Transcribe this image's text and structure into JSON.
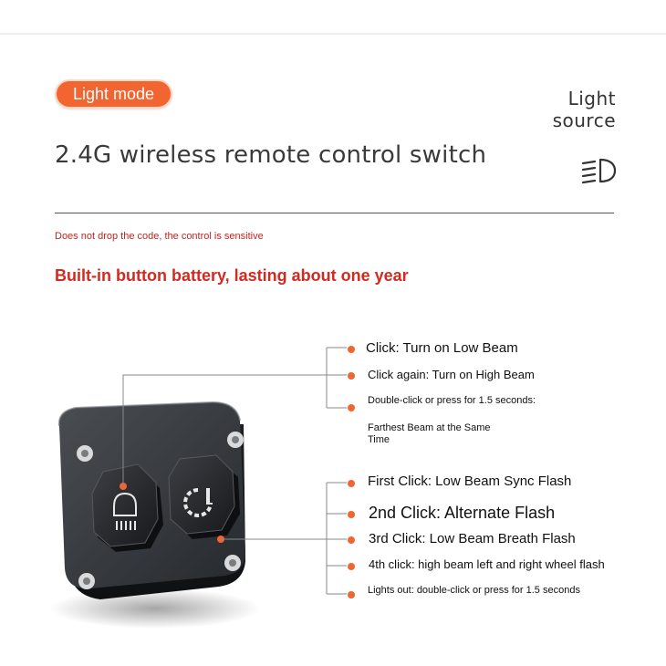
{
  "header": {
    "mode_badge": "Light mode",
    "light_source_line1": "Light",
    "light_source_line2": "source",
    "title": "2.4G wireless remote control switch",
    "headlight_icon": "low-beam-headlight-icon"
  },
  "notes": {
    "code_note": "Does not drop the code, the control is sensitive",
    "battery_note": "Built-in button battery, lasting about one year"
  },
  "light_button_actions": [
    "Click: Turn on Low Beam",
    "Click again: Turn on High Beam",
    "Double-click or press for 1.5 seconds:",
    "Farthest Beam at the Same",
    "Time"
  ],
  "flash_button_actions": [
    "First Click: Low Beam Sync Flash",
    "2nd Click: Alternate Flash",
    "3rd Click: Low Beam Breath Flash",
    "4th click: high beam left and right wheel flash",
    "Lights out: double-click or press for 1.5 seconds"
  ],
  "colors": {
    "accent_orange": "#f26430",
    "note_red": "#c0261f",
    "device_body": "#2f3236"
  }
}
